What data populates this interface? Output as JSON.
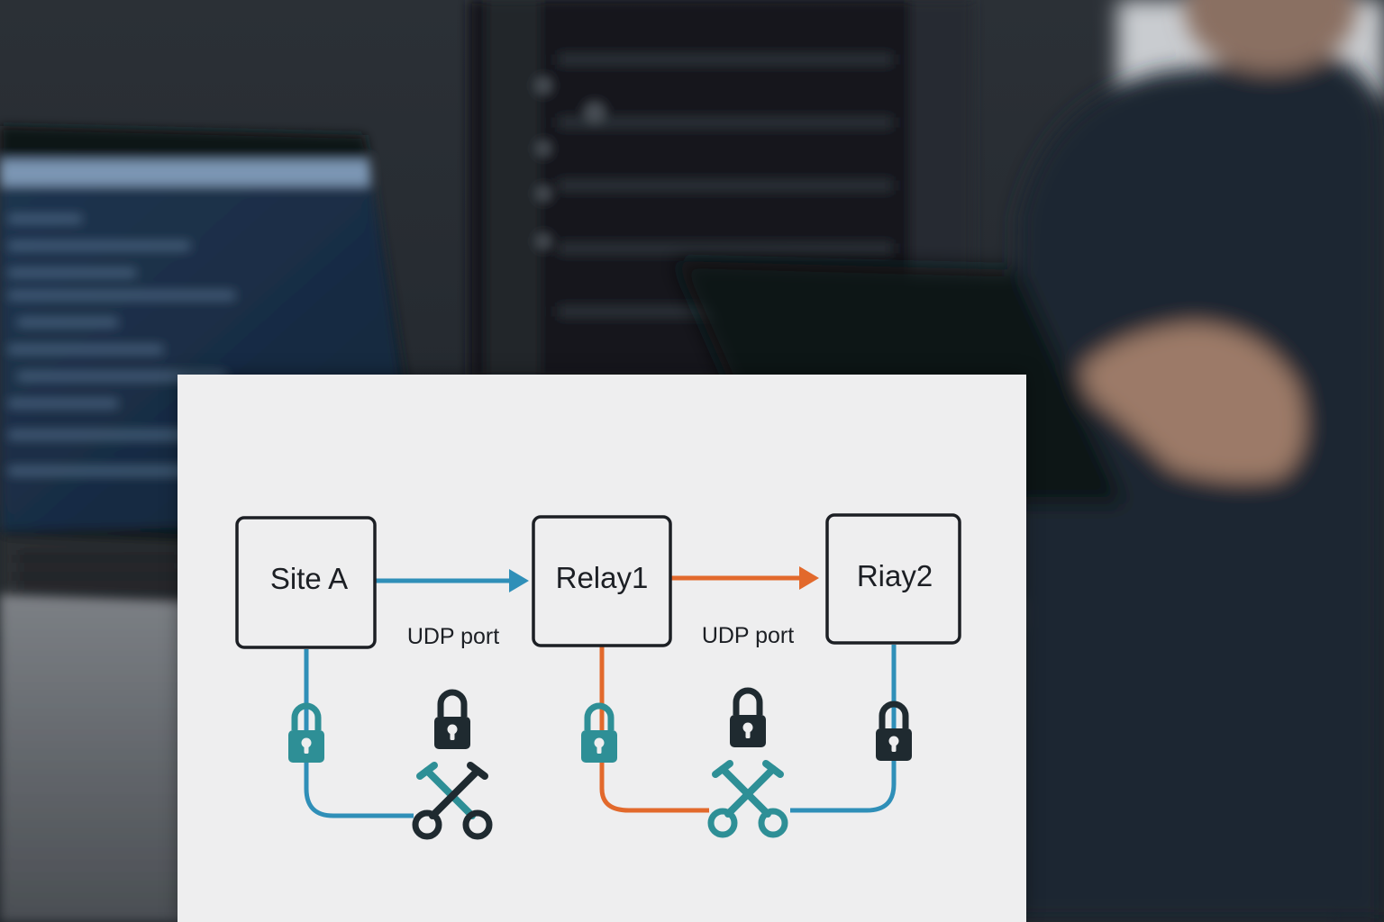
{
  "diagram": {
    "nodes": {
      "site_a": "Site A",
      "relay1": "Relay1",
      "relay2": "Riay2"
    },
    "edges": {
      "site_a_to_relay1": "UDP port",
      "relay1_to_relay2": "UDP port"
    }
  },
  "colors": {
    "blue_link": "#2f8fb8",
    "orange_link": "#e2692c",
    "teal_icon": "#2e8f96",
    "dark_icon": "#1f2a30",
    "board": "#eeeeef"
  },
  "icons": [
    "padlock-icon",
    "scissors-key-icon"
  ]
}
